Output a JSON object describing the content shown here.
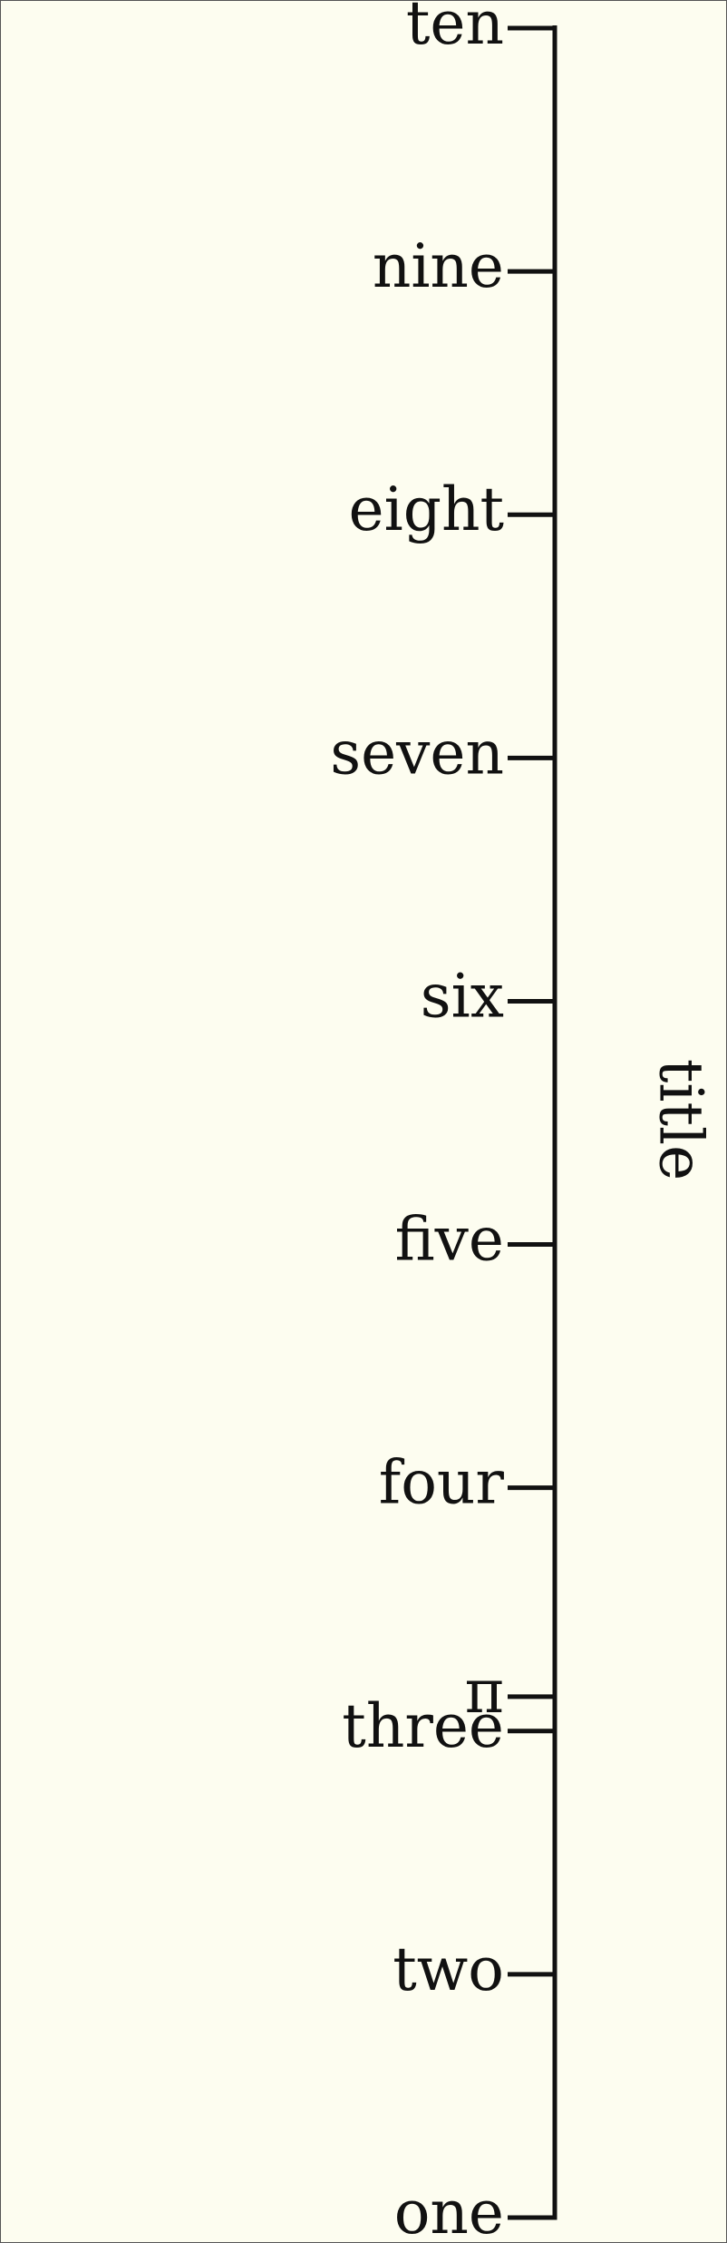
{
  "chart_data": {
    "type": "axis",
    "orientation": "vertical",
    "axis_label": "title",
    "range": [
      1,
      10
    ],
    "ticks": [
      {
        "value": 1,
        "label": "one"
      },
      {
        "value": 2,
        "label": "two"
      },
      {
        "value": 3,
        "label": "three"
      },
      {
        "value": 3.14159,
        "label": "π"
      },
      {
        "value": 4,
        "label": "four"
      },
      {
        "value": 5,
        "label": "five"
      },
      {
        "value": 6,
        "label": "six"
      },
      {
        "value": 7,
        "label": "seven"
      },
      {
        "value": 8,
        "label": "eight"
      },
      {
        "value": 9,
        "label": "nine"
      },
      {
        "value": 10,
        "label": "ten"
      }
    ],
    "colors": {
      "background": "#fdfdf0",
      "axis": "#111111"
    }
  }
}
